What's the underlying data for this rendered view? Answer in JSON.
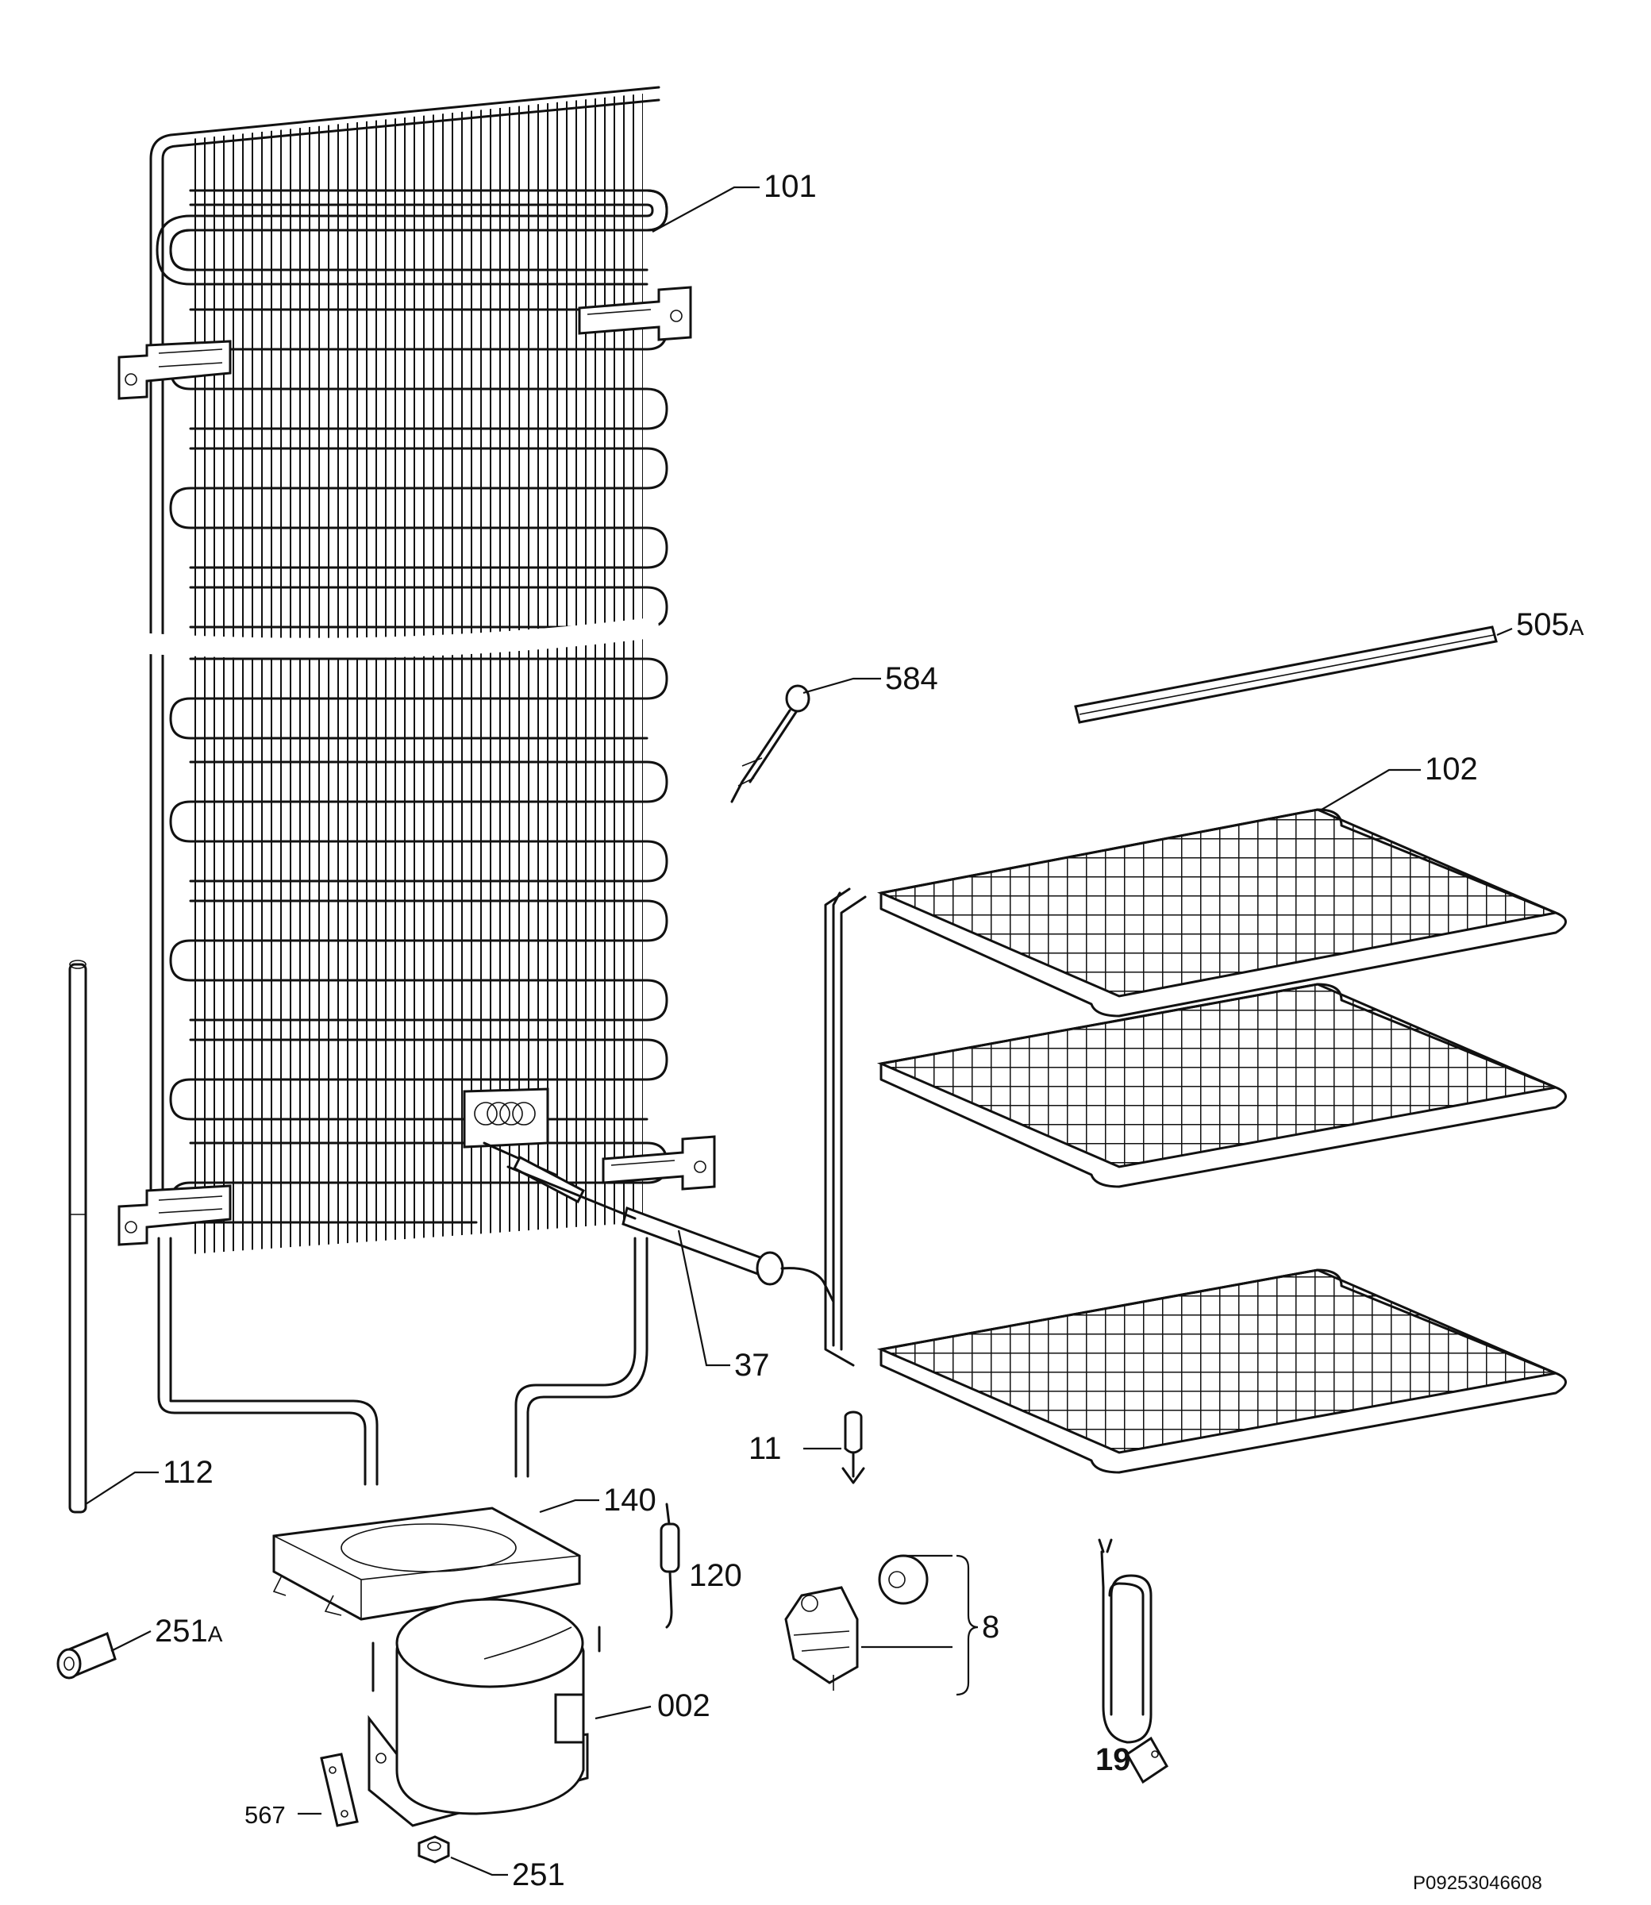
{
  "diagram": {
    "reference_code": "P09253046608",
    "callouts": {
      "c101": "101",
      "c505a_main": "505",
      "c505a_sub": "A",
      "c584": "584",
      "c102": "102",
      "c37": "37",
      "c11": "11",
      "c112": "112",
      "c140": "140",
      "c120": "120",
      "c8": "8",
      "c251a_main": "251",
      "c251a_sub": "A",
      "c002": "002",
      "c19": "19",
      "c567": "567",
      "c251": "251"
    }
  }
}
